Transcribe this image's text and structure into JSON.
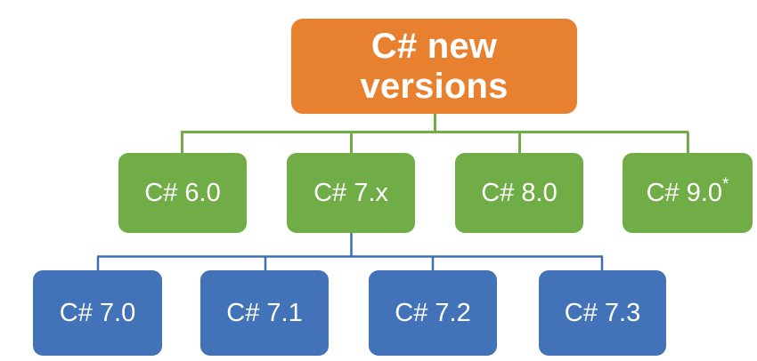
{
  "diagram": {
    "title": "C# new versions",
    "type": "hierarchy-tree",
    "colors": {
      "root": "#e8812f",
      "level2": "#70ad47",
      "level3": "#4272b8",
      "text": "#ffffff",
      "background": "#ffffff",
      "connector_level2": "#70ad47",
      "connector_level3": "#4272b8"
    },
    "root": {
      "line1": "C# new",
      "line2": "versions"
    },
    "level2": [
      {
        "label": "C# 6.0",
        "suffix": ""
      },
      {
        "label": "C# 7.x",
        "suffix": ""
      },
      {
        "label": "C# 8.0",
        "suffix": ""
      },
      {
        "label": "C# 9.0",
        "suffix": "*"
      }
    ],
    "level3": [
      {
        "label": "C# 7.0"
      },
      {
        "label": "C# 7.1"
      },
      {
        "label": "C# 7.2"
      },
      {
        "label": "C# 7.3"
      }
    ]
  }
}
